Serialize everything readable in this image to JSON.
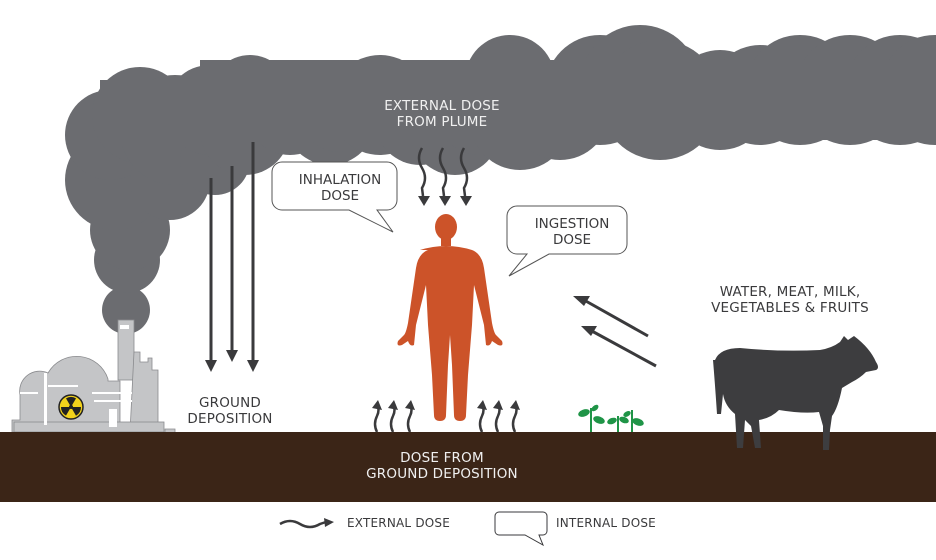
{
  "diagram": {
    "labels": {
      "external_plume": [
        "EXTERNAL DOSE",
        "FROM PLUME"
      ],
      "inhalation": [
        "INHALATION",
        "DOSE"
      ],
      "ingestion": [
        "INGESTION",
        "DOSE"
      ],
      "food_sources": [
        "WATER, MEAT, MILK,",
        "VEGETABLES & FRUITS"
      ],
      "ground_deposition": [
        "GROUND",
        "DEPOSITION"
      ],
      "dose_from_ground": [
        "DOSE FROM",
        "GROUND DEPOSITION"
      ]
    },
    "colors": {
      "plume": "#6b6c70",
      "ground": "#3b2517",
      "human": "#cc5329",
      "plant_building": "#c4c5c7",
      "arrows": "#3a3a3c",
      "cow": "#3d3d3f",
      "vegetation": "#1f9447",
      "radiation_symbol": "#f2d21b"
    }
  },
  "legend": {
    "external_label": "EXTERNAL DOSE",
    "internal_label": "INTERNAL DOSE"
  }
}
